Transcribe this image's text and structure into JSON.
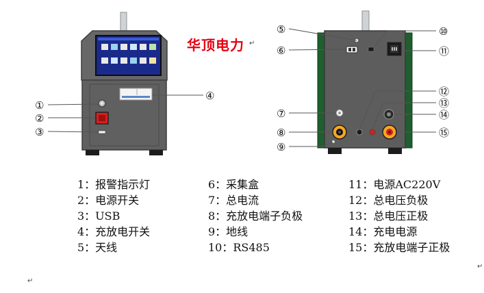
{
  "brand": "华顶电力",
  "callouts": {
    "c1": "①",
    "c2": "②",
    "c3": "③",
    "c4": "④",
    "c5": "⑤",
    "c6": "⑥",
    "c7": "⑦",
    "c8": "⑧",
    "c9": "⑨",
    "c10": "⑩",
    "c11": "⑪",
    "c12": "⑫",
    "c13": "⑬",
    "c14": "⑭",
    "c15": "⑮"
  },
  "legend": {
    "col1": [
      "1：报警指示灯",
      "2：电源开关",
      "3：USB",
      "4：充放电开关",
      "5：天线"
    ],
    "col2": [
      "6：采集盒",
      "7：总电流",
      "8：充放电端子负极",
      "9：地线",
      "10：RS485"
    ],
    "col3": [
      "11：电源AC220V",
      "12：总电压负极",
      "13：总电压正极",
      "14：充电电源",
      "15：充放电端子正极"
    ]
  },
  "colors": {
    "body_gray": "#606060",
    "screen_blue": "#1a2a8a",
    "terminal_orange": "#f5a623",
    "side_green": "#1f5e2e",
    "switch_red": "#d81e1e",
    "brand_red": "#e60012"
  }
}
